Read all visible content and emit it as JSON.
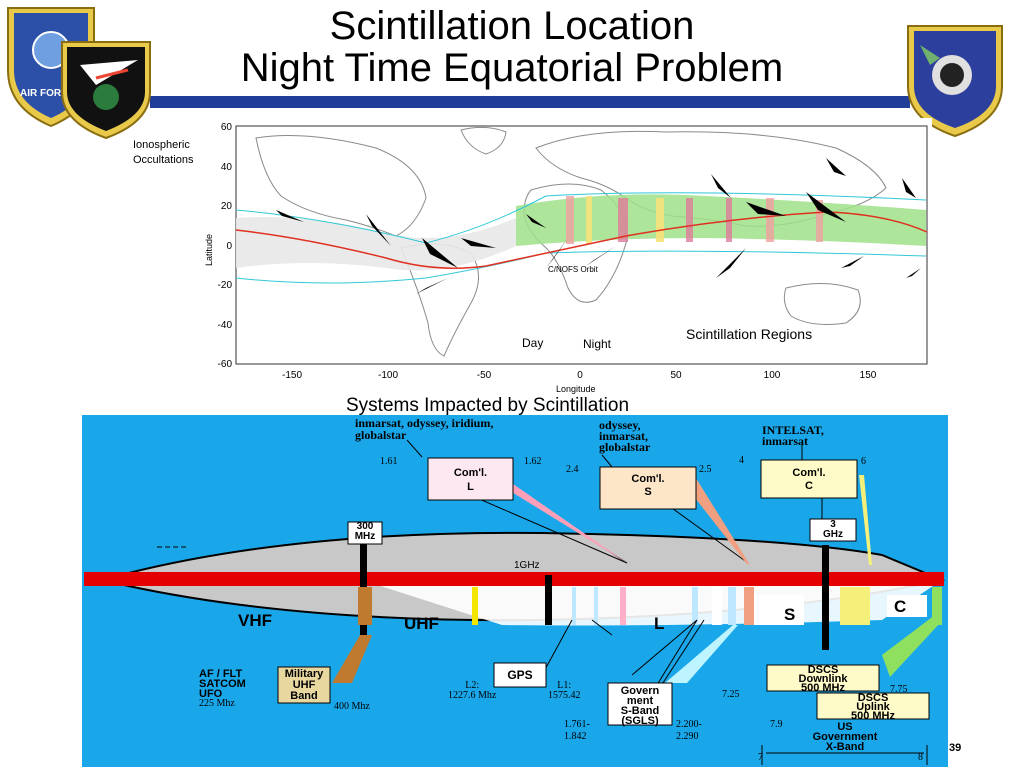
{
  "title": {
    "line1": "Scintillation Location",
    "line2": "Night Time Equatorial Problem"
  },
  "page_number": "39",
  "colors": {
    "brand_blue": "#1f3d99",
    "spectrum_bg": "#1aa7ea",
    "band_red": "#e40000",
    "map_track_red": "#e03020"
  },
  "logos": [
    "air-force-space-command-seal",
    "space-wing-emblem",
    "afwa-emblem"
  ],
  "map": {
    "occultations_label": [
      "Ionospheric",
      "Occultations"
    ],
    "ylabel": "Latitude",
    "xlabel": "Longitude",
    "yticks": [
      "60",
      "40",
      "20",
      "0",
      "-20",
      "-40",
      "-60"
    ],
    "xticks": [
      "-150",
      "-100",
      "-50",
      "0",
      "50",
      "100",
      "150"
    ],
    "orbit_label": "C/NOFS Orbit",
    "day_label": "Day",
    "night_label": "Night",
    "regions_label": "Scintillation Regions"
  },
  "spectrum": {
    "title": "Systems Impacted by Scintillation",
    "user_groups": [
      {
        "lines": [
          "inmarsat, odyssey, iridium,",
          "globalstar"
        ]
      },
      {
        "lines": [
          "odyssey,",
          "inmarsat,",
          "globalstar"
        ]
      },
      {
        "lines": [
          "INTELSAT,",
          "inmarsat"
        ]
      }
    ],
    "freq_labels": [
      "1.61",
      "1.62",
      "2.4",
      "2.5",
      "4",
      "6"
    ],
    "com_boxes": [
      [
        "Com'l.",
        "L"
      ],
      [
        "Com'l.",
        "S"
      ],
      [
        "Com'l.",
        "C"
      ]
    ],
    "marker_300": [
      "300",
      "MHz"
    ],
    "marker_3ghz": [
      "3",
      "GHz"
    ],
    "ghz_label": "1GHz",
    "bands": [
      "VHF",
      "UHF",
      "L",
      "S",
      "C"
    ],
    "af_satcom": [
      "AF / FLT",
      "SATCOM",
      "UFO",
      "225 Mhz"
    ],
    "military_uhf": [
      "Military",
      "UHF",
      "Band"
    ],
    "mhz400": "400 Mhz",
    "gps": "GPS",
    "l2": [
      "L2:",
      "1227.6 Mhz"
    ],
    "l1": [
      "L1:",
      "1575.42"
    ],
    "sgls": [
      "Govern",
      "ment",
      "S-Band",
      "(SGLS)"
    ],
    "sgls_low": [
      "1.761-",
      "1.842"
    ],
    "sgls_high": [
      "2.200-",
      "2.290"
    ],
    "f725": "7.25",
    "f775": "7.75",
    "f79": "7.9",
    "f7": "7",
    "f8": "8",
    "dscs_down": [
      "DSCS",
      "Downlink",
      "500 MHz"
    ],
    "dscs_up": [
      "DSCS",
      "Uplink",
      "500 MHz"
    ],
    "us_xband": [
      "US",
      "Government",
      "X-Band"
    ]
  }
}
